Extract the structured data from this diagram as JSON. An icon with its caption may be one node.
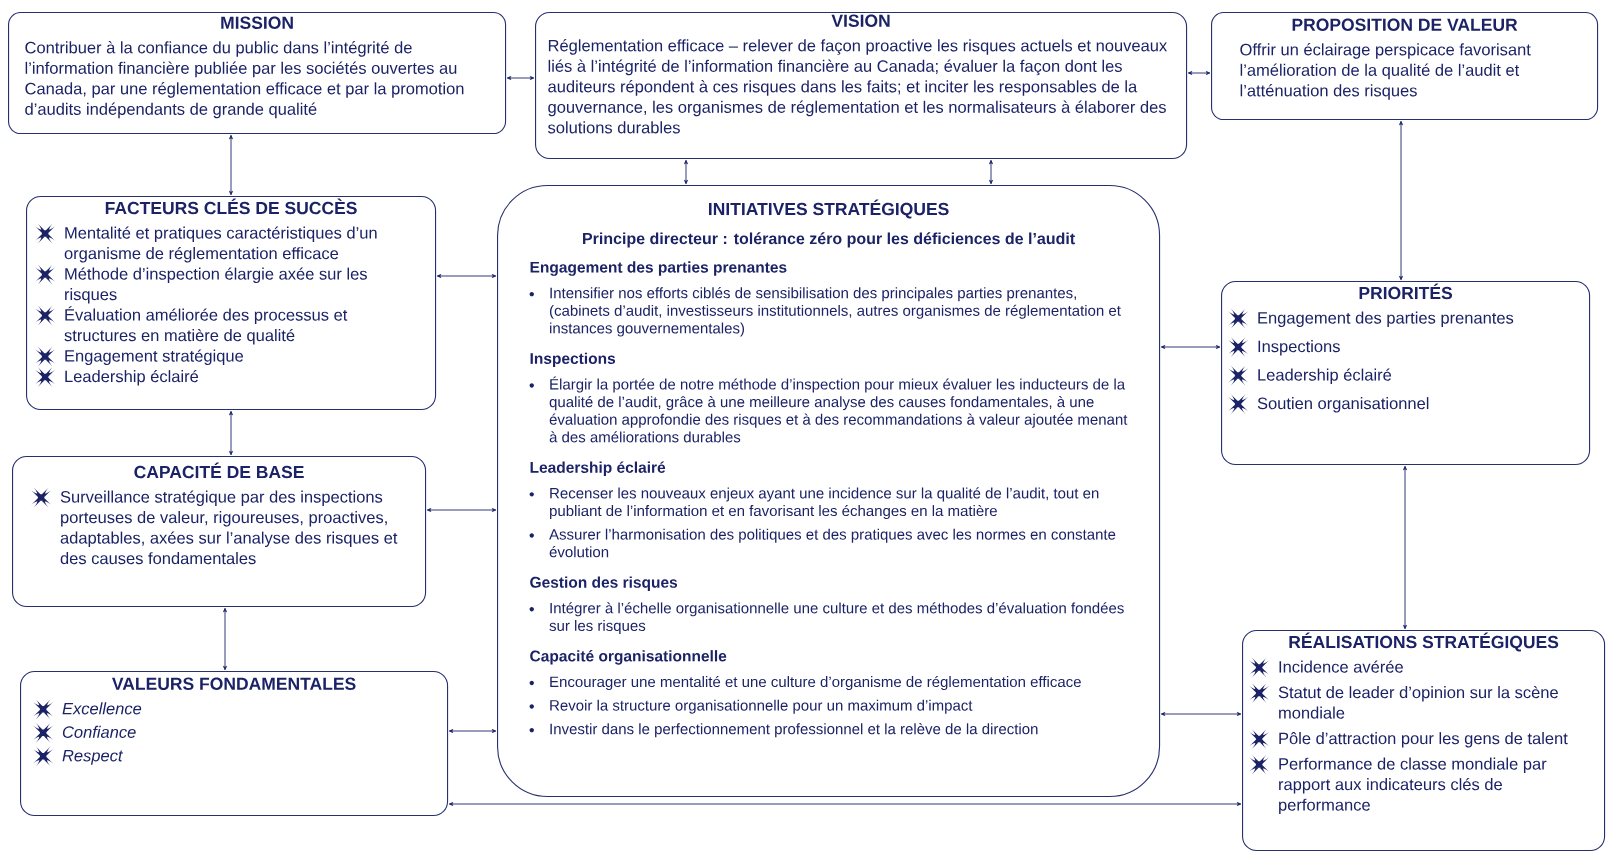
{
  "diagram": {
    "nodes": [
      {
        "text": [
          "MISSION",
          "Contribuer à la confiance du public dans l’intégrité de l’information financière publiée par les sociétés ouvertes au Canada, par une réglementation efficace et par la promotion d’audits indépendants de grande qualité"
        ]
      },
      {
        "text": [
          "VISION",
          "Réglementation efficace – relever de façon proactive les risques actuels et nouveaux liés à l’intégrité de l’information financière au Canada; évaluer la façon dont les auditeurs répondent à ces risques dans les faits; et inciter les responsables de la gouvernance, les organismes de réglementation et les normalisateurs à élaborer des solutions durables"
        ]
      },
      {
        "text": [
          "PROPOSITION DE VALEUR",
          "Offrir un éclairage perspicace favorisant l’amélioration de la qualité de l’audit et l’atténuation des risques"
        ]
      },
      {
        "text": [
          "FACTEURS CLÉS DE SUCCÈS",
          "Mentalité et pratiques caractéristiques d’un organisme de réglementation efficace",
          "Méthode d’inspection élargie axée sur les risques",
          "Évaluation améliorée des processus et structures en matière de qualité",
          "Engagement stratégique",
          "Leadership éclairé"
        ]
      },
      {
        "text": [
          "INITIATIVES STRATÉGIQUES",
          "Principe directeur : tolérance zéro pour les déficiences de l’audit",
          "Engagement des parties prenantes",
          "Intensifier nos efforts ciblés de sensibilisation des principales parties prenantes, (cabinets d’audit, investisseurs institutionnels, autres organismes de réglementation et instances gouvernementales)",
          "Inspections",
          "Élargir la portée de notre méthode d’inspection pour mieux évaluer les inducteurs de la qualité de l’audit, grâce à une meilleure analyse des causes fondamentales, à une évaluation approfondie des risques et à des recommandations à valeur ajoutée menant à des améliorations durables",
          "Leadership éclairé",
          "Recenser les nouveaux enjeux ayant une incidence sur la qualité de l’audit, tout en publiant de l’information et en favorisant les échanges en la matière",
          "Assurer l’harmonisation des politiques et des pratiques avec les normes en constante évolution",
          "Gestion des risques",
          "Intégrer à l’échelle organisationnelle une culture et des méthodes d’évaluation fondées sur les risques",
          "Capacité organisationnelle",
          "Encourager une mentalité et une culture d’organisme de réglementation efficace",
          "Revoir la structure organisationnelle pour un maximum d’impact",
          "Investir dans le perfectionnement professionnel et la relève de la direction"
        ]
      },
      {
        "text": [
          "PRIORITÉS",
          "Engagement des parties prenantes",
          "Inspections",
          "Leadership éclairé",
          "Soutien organisationnel"
        ]
      },
      {
        "text": [
          "CAPACITÉ DE BASE",
          "Surveillance stratégique par des inspections porteuses de valeur, rigoureuses, proactives, adaptables, axées sur l’analyse des risques et des causes fondamentales"
        ]
      },
      {
        "text": [
          "RÉALISATIONS STRATÉGIQUES",
          "Incidence avérée",
          "Statut de leader d’opinion sur la scène mondiale",
          "Pôle d’attraction pour les gens de talent",
          "Performance de classe mondiale par rapport aux indicateurs clés de performance"
        ]
      },
      {
        "text": [
          "VALEURS FONDAMENTALES",
          "Excellence",
          "Confiance",
          "Respect"
        ]
      }
    ],
    "edges": [
      {
        "from": 0,
        "to": 1,
        "arrow": "both"
      },
      {
        "from": 1,
        "to": 2,
        "arrow": "both"
      },
      {
        "from": 0,
        "to": 3,
        "arrow": "both"
      },
      {
        "from": 1,
        "to": 4,
        "arrow": "both"
      },
      {
        "from": 1,
        "to": 4,
        "arrow": "both"
      },
      {
        "from": 2,
        "to": 5,
        "arrow": "both"
      },
      {
        "from": 3,
        "to": 4,
        "arrow": "both"
      },
      {
        "from": 3,
        "to": 6,
        "arrow": "both"
      },
      {
        "from": 4,
        "to": 5,
        "arrow": "both"
      },
      {
        "from": 6,
        "to": 4,
        "arrow": "both"
      },
      {
        "from": 5,
        "to": 7,
        "arrow": "both"
      },
      {
        "from": 6,
        "to": 8,
        "arrow": "both"
      },
      {
        "from": 8,
        "to": 4,
        "arrow": "both"
      },
      {
        "from": 4,
        "to": 7,
        "arrow": "both"
      },
      {
        "from": 8,
        "to": 7,
        "arrow": "both"
      }
    ]
  }
}
